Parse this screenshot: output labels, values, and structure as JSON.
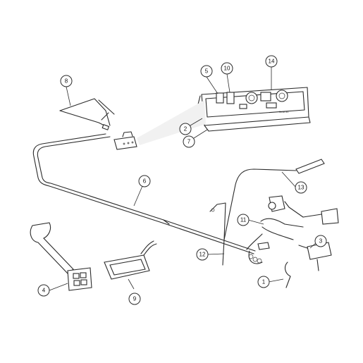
{
  "highlight_color": "#fff200",
  "callouts": [
    {
      "id": "1",
      "label": "1"
    },
    {
      "id": "2",
      "label": "2"
    },
    {
      "id": "3",
      "label": "3"
    },
    {
      "id": "4",
      "label": "4"
    },
    {
      "id": "5",
      "label": "5"
    },
    {
      "id": "6",
      "label": "6"
    },
    {
      "id": "7",
      "label": "7"
    },
    {
      "id": "8",
      "label": "8",
      "highlighted": true
    },
    {
      "id": "9",
      "label": "9"
    },
    {
      "id": "10",
      "label": "10"
    },
    {
      "id": "11",
      "label": "11"
    },
    {
      "id": "12",
      "label": "12"
    },
    {
      "id": "13",
      "label": "13"
    },
    {
      "id": "14",
      "label": "14"
    }
  ],
  "panel": {
    "brand": "SomeTec"
  }
}
